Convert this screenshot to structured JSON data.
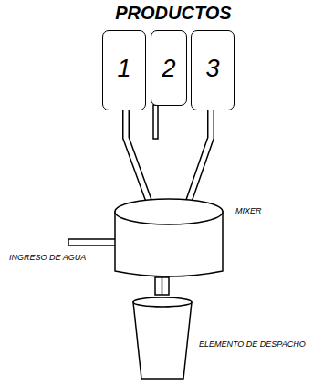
{
  "diagram": {
    "title": "PRODUCTOS",
    "nodes": [
      {
        "text": [
          "1"
        ]
      },
      {
        "text": [
          "2"
        ]
      },
      {
        "text": [
          "3"
        ]
      },
      {
        "text": [
          "MIXER"
        ]
      },
      {
        "text": [
          "ELEMENTO DE DESPACHO"
        ]
      }
    ],
    "edges": [
      {
        "from": 0,
        "to": 3,
        "arrow": "none"
      },
      {
        "from": 2,
        "to": 3,
        "arrow": "none"
      }
    ],
    "labels": [
      "INGRESO DE AGUA"
    ]
  }
}
